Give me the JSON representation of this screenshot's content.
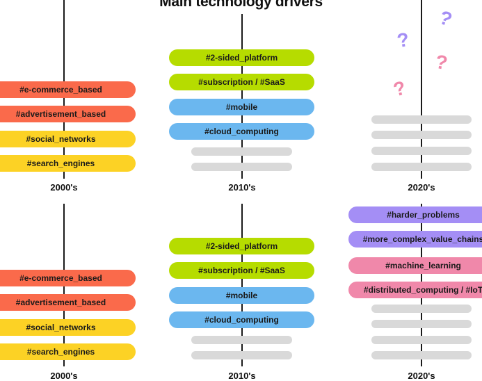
{
  "title": "Main technology drivers",
  "colors": {
    "orange": "#fa6a4b",
    "yellow": "#fcd225",
    "lime": "#b6dc00",
    "blue": "#6bb7ef",
    "purple": "#a48ef5",
    "pink": "#f088aa",
    "gray": "#d9d9d9"
  },
  "decades": [
    "2000's",
    "2010's",
    "2020's"
  ],
  "top": {
    "col2000": [
      "#e-commerce_based",
      "#advertisement_based",
      "#social_networks",
      "#search_engines"
    ],
    "col2010": [
      "#2-sided_platform",
      "#subscription / #SaaS",
      "#mobile",
      "#cloud_computing"
    ],
    "col2020_marks": [
      "?",
      "?",
      "?",
      "?"
    ]
  },
  "bottom": {
    "col2000": [
      "#e-commerce_based",
      "#advertisement_based",
      "#social_networks",
      "#search_engines"
    ],
    "col2010": [
      "#2-sided_platform",
      "#subscription / #SaaS",
      "#mobile",
      "#cloud_computing"
    ],
    "col2020": [
      "#harder_problems",
      "#more_complex_value_chains",
      "#machine_learning",
      "#distributed_computing / #IoT"
    ]
  }
}
